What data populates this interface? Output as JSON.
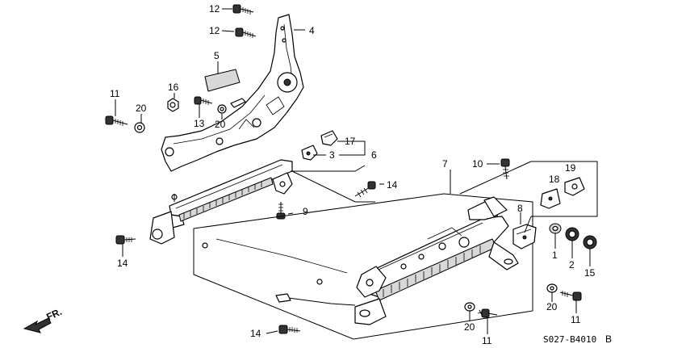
{
  "diagram": {
    "code": "S027-B4010",
    "revision": "B",
    "direction_label": "FR."
  },
  "callouts": {
    "c1": "1",
    "c2": "2",
    "c3": "3",
    "c4": "4",
    "c5": "5",
    "c6": "6",
    "c7": "7",
    "c8": "8",
    "c9": "9",
    "c10": "10",
    "c11a": "11",
    "c11b": "11",
    "c11c": "11",
    "c12a": "12",
    "c12b": "12",
    "c13": "13",
    "c14a": "14",
    "c14b": "14",
    "c14c": "14",
    "c15": "15",
    "c16": "16",
    "c17": "17",
    "c18": "18",
    "c19": "19",
    "c20a": "20",
    "c20b": "20",
    "c20c": "20",
    "c20d": "20"
  }
}
